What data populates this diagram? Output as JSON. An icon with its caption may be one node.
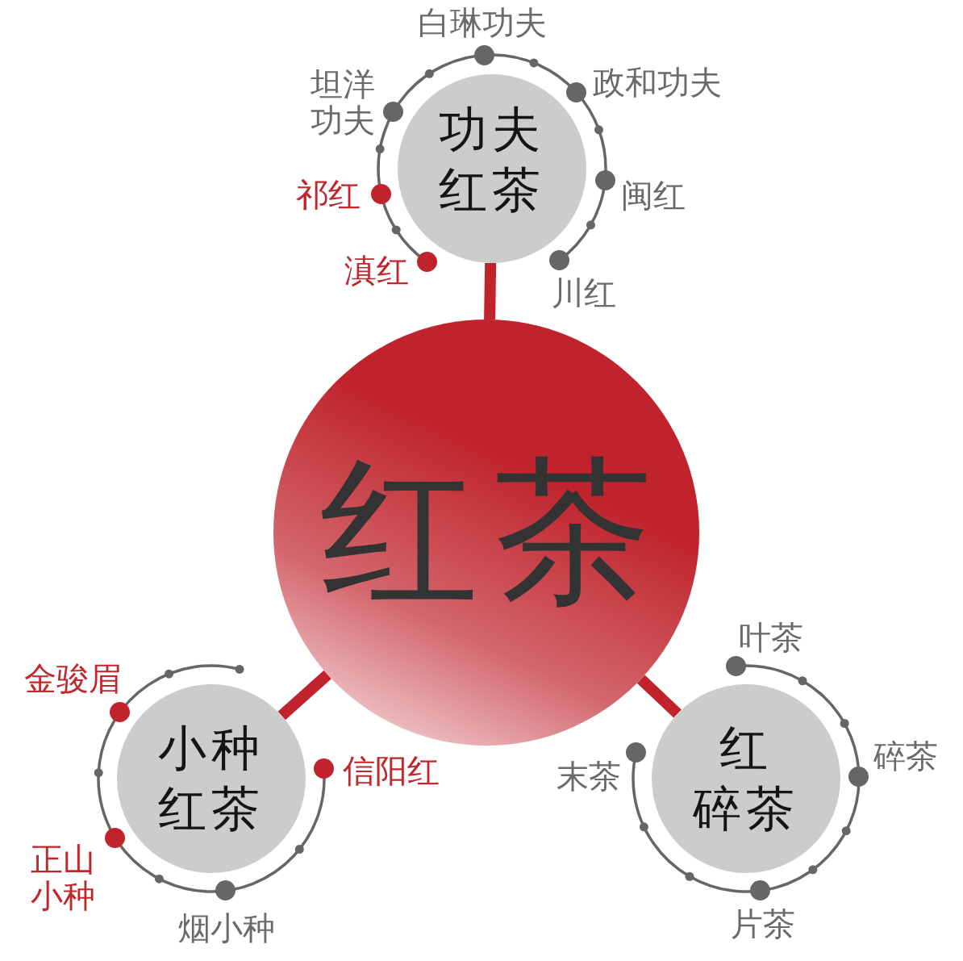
{
  "diagram": {
    "nodes": [
      {
        "text": [
          "红茶"
        ]
      },
      {
        "text": [
          "功夫红茶"
        ]
      },
      {
        "text": [
          "小种红茶"
        ]
      },
      {
        "text": [
          "红碎茶"
        ]
      }
    ],
    "edges": [
      {
        "from": 0,
        "to": 1,
        "arrow": "none"
      },
      {
        "from": 0,
        "to": 2,
        "arrow": "none"
      },
      {
        "from": 0,
        "to": 3,
        "arrow": "none"
      }
    ],
    "labels": [
      "白琳功夫",
      "政和功夫",
      "坦洋功夫",
      "祁红",
      "闽红",
      "滇红",
      "川红",
      "金骏眉",
      "信阳红",
      "正山小种",
      "烟小种",
      "叶茶",
      "碎茶",
      "末茶",
      "片茶"
    ]
  }
}
